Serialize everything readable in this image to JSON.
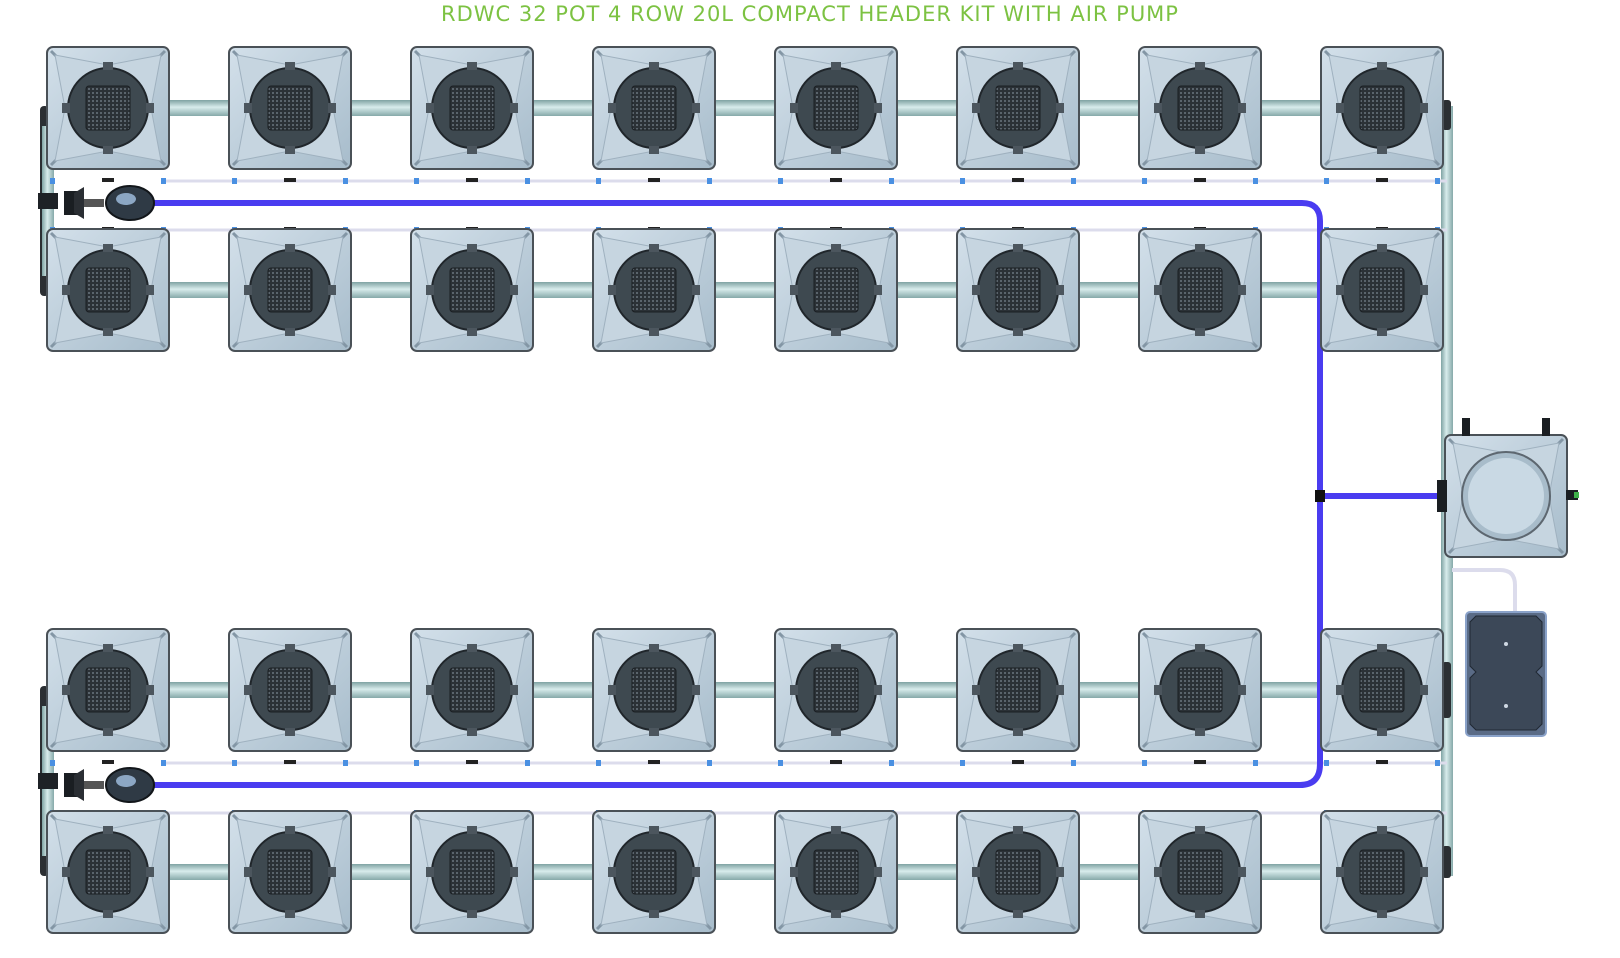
{
  "title": "RDWC 32 POT 4 ROW 20L COMPACT HEADER KIT WITH AIR PUMP",
  "layout": {
    "rows": 4,
    "pots_per_row": 8,
    "total_pots": 32
  },
  "colors": {
    "title": "#7cc242",
    "pot_body": "#b9cbd9",
    "pot_edge": "#4a5157",
    "lid": "#3e4950",
    "net_cup": "#2e343a",
    "pipe": "#a9c9c8",
    "air_line": "#4a3cf0",
    "return_line": "#dcdcec",
    "fitting": "#4a90e2",
    "air_pump": "#3c4858"
  },
  "components": {
    "header_tank": "header-tank",
    "air_pump": "air-pump",
    "air_stones": [
      "airstone-top",
      "airstone-bottom"
    ]
  }
}
